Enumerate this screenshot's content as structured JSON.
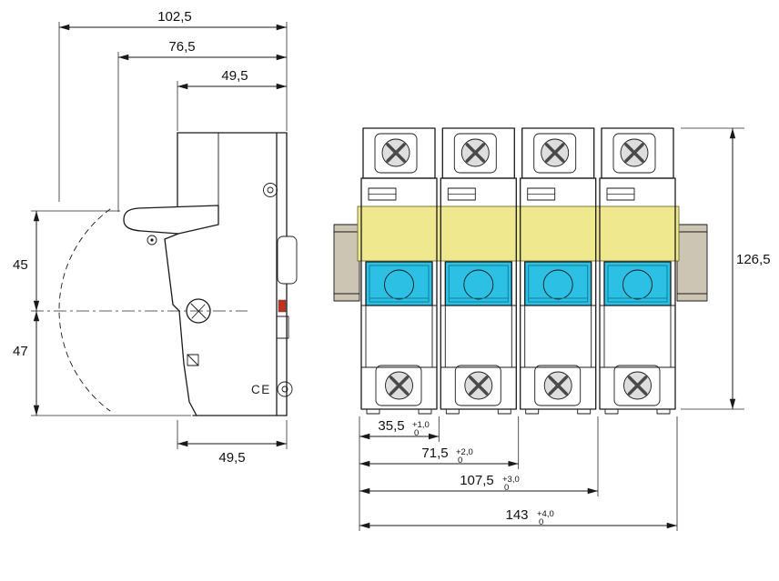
{
  "colors": {
    "yellow_band": "#efe88f",
    "cyan_window": "#2bc0e4",
    "rail": "#cdc5b3",
    "red_indicator": "#c03122",
    "screw": "#dedede",
    "line": "#1a1a1a",
    "background": "#ffffff"
  },
  "side_view": {
    "ce_mark": "CE",
    "dims": {
      "total_depth": "102,5",
      "lever_depth": "76,5",
      "body_depth_top": "49,5",
      "upper_height": "45",
      "lower_height": "47",
      "body_depth_bottom": "49,5"
    }
  },
  "front_view": {
    "module_count": 4,
    "dims": {
      "total_height": "126,5",
      "w1": {
        "value": "35,5",
        "tol_upper": "+1,0",
        "tol_lower": "0"
      },
      "w2": {
        "value": "71,5",
        "tol_upper": "+2,0",
        "tol_lower": "0"
      },
      "w3": {
        "value": "107,5",
        "tol_upper": "+3,0",
        "tol_lower": "0"
      },
      "w4": {
        "value": "143",
        "tol_upper": "+4,0",
        "tol_lower": "0"
      }
    }
  }
}
